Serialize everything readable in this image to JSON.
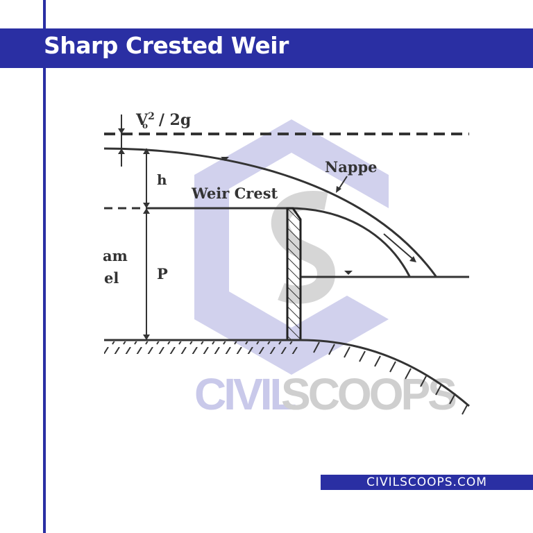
{
  "header": {
    "title": "Sharp Crested Weir"
  },
  "diagram": {
    "labels": {
      "velocity_head": "V",
      "velocity_sub": "o",
      "velocity_sup": "2",
      "velocity_rest": "/ 2g",
      "head": "h",
      "weir_crest": "Weir Crest",
      "nappe": "Nappe",
      "height": "P",
      "upstream_partial_1": "am",
      "upstream_partial_2": "el"
    },
    "watermark": {
      "text_part1": "CIVIL",
      "text_part2": "SCOOPS"
    }
  },
  "footer": {
    "site": "CIVILSCOOPS.COM"
  },
  "colors": {
    "brand": "#2a2fa3",
    "line": "#333333",
    "watermark_blue": "#c9c9ea",
    "watermark_grey": "#cfcfcf"
  }
}
